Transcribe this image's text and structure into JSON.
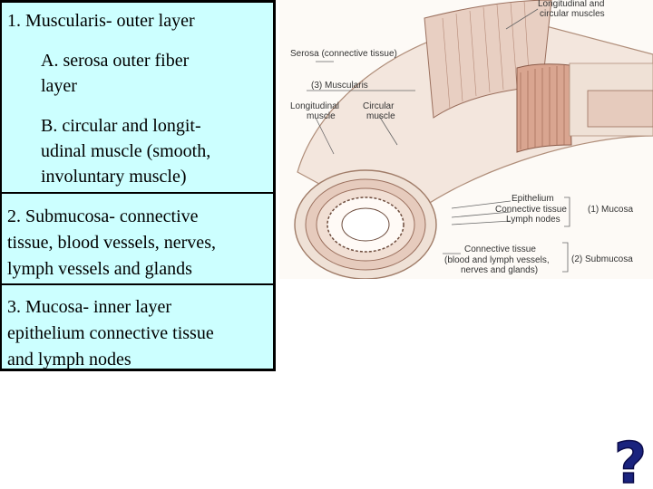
{
  "panel": {
    "item1": "1. Muscularis- outer layer",
    "item1a_line1": "A. serosa outer fiber",
    "item1a_line2": "layer",
    "item1b_line1": "B. circular and longit-",
    "item1b_line2": "udinal muscle (smooth,",
    "item1b_line3": "involuntary muscle)",
    "item2_line1": "2. Submucosa- connective",
    "item2_line2": "tissue, blood vessels, nerves,",
    "item2_line3": "lymph vessels and glands",
    "item3_line1": "3. Mucosa- inner layer",
    "item3_line2": "epithelium connective tissue",
    "item3_line3": "and lymph nodes"
  },
  "diagram": {
    "label_long_circ_line1": "Longitudinal and",
    "label_long_circ_line2": "circular muscles",
    "label_serosa": "Serosa (connective tissue)",
    "label_muscularis": "(3) Muscularis",
    "label_longitudinal_line1": "Longitudinal",
    "label_longitudinal_line2": "muscle",
    "label_circular_line1": "Circular",
    "label_circular_line2": "muscle",
    "label_epithelium": "Epithelium",
    "label_connective": "Connective tissue",
    "label_lymph_nodes": "Lymph nodes",
    "label_mucosa": "(1) Mucosa",
    "label_connective2_line1": "Connective tissue",
    "label_connective2_line2": "(blood and lymph vessels,",
    "label_connective2_line3": "nerves and glands)",
    "label_submucosa": "(2) Submucosa"
  },
  "help": {
    "icon": "question-mark-icon",
    "glyph": "?",
    "color": "#1a237e"
  }
}
